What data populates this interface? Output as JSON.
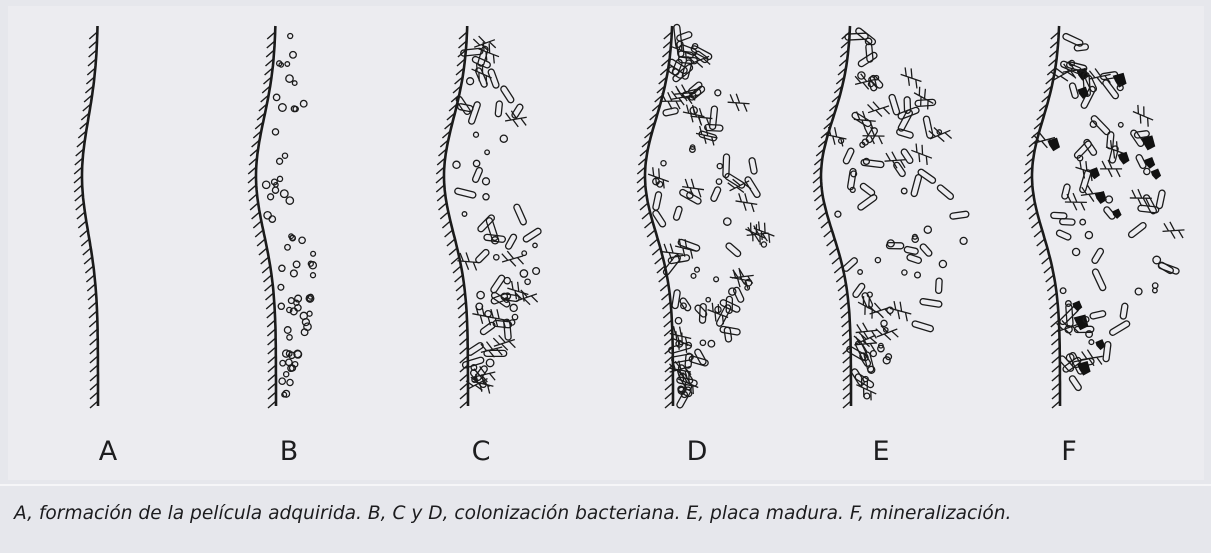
{
  "figure": {
    "stages": [
      {
        "label": "A",
        "phase": "película adquirida"
      },
      {
        "label": "B",
        "phase": "colonización bacteriana"
      },
      {
        "label": "C",
        "phase": "colonización bacteriana"
      },
      {
        "label": "D",
        "phase": "colonización bacteriana"
      },
      {
        "label": "E",
        "phase": "placa madura"
      },
      {
        "label": "F",
        "phase": "mineralización"
      }
    ],
    "caption": "A, formación de la película adquirida. B, C y D, colonización bacteriana. E, placa madura. F, mineralización.",
    "colors": {
      "background": "#ececf0",
      "ink": "#1b1b1b",
      "mineral": "#111111"
    }
  }
}
